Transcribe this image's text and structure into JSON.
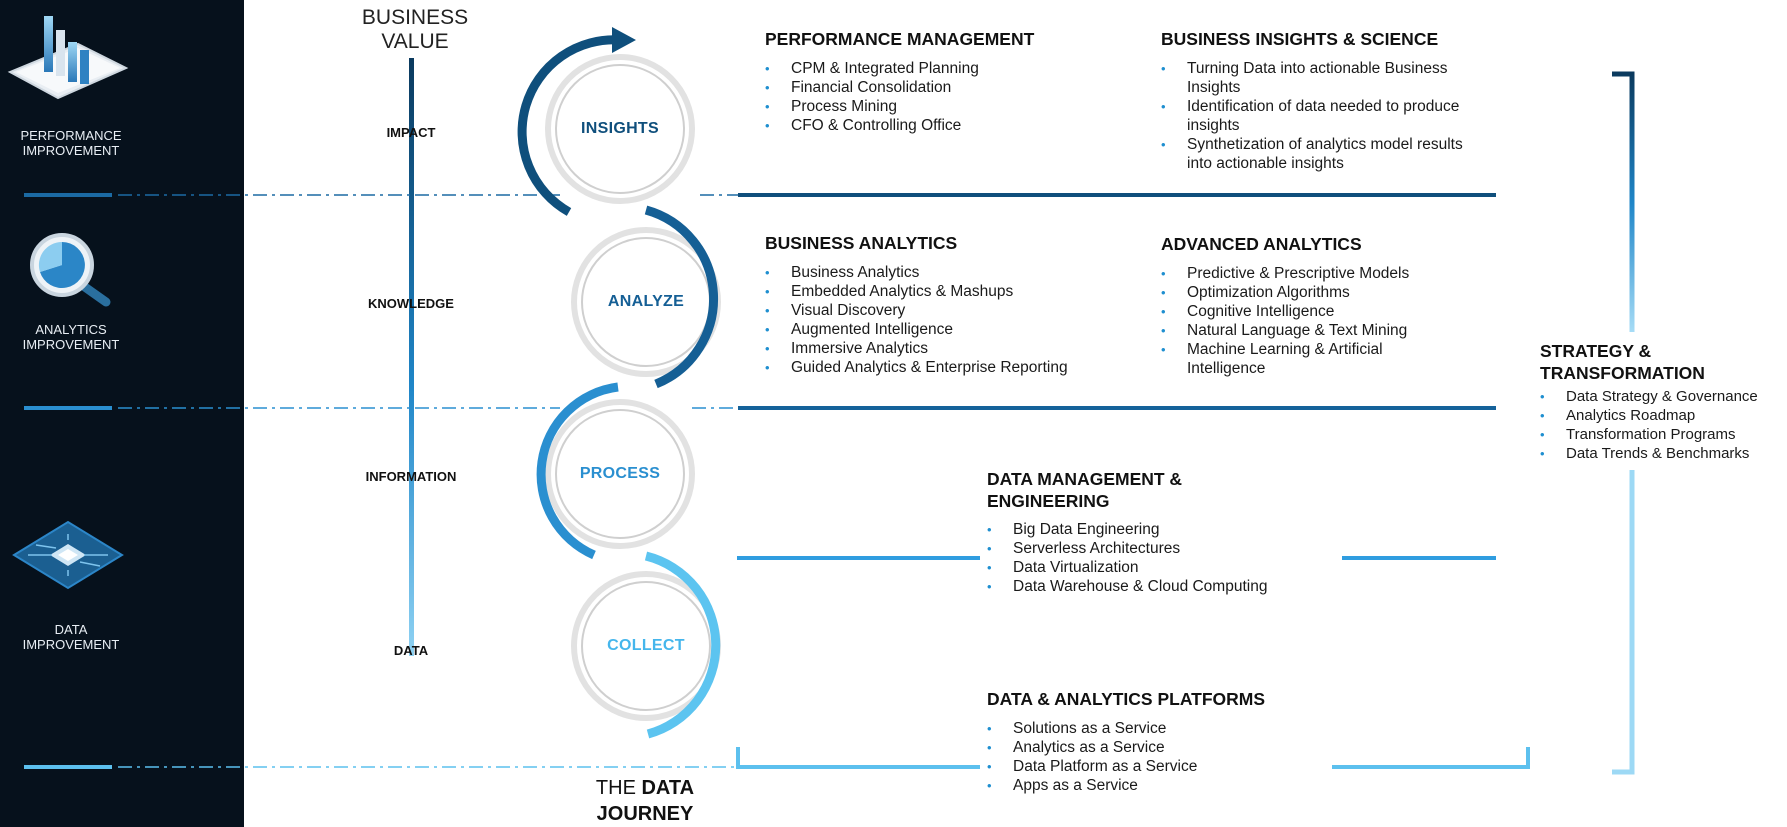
{
  "left_panel": {
    "items": [
      {
        "line1": "PERFORMANCE",
        "line2": "IMPROVEMENT",
        "icon": "bar-chart-tablet-icon"
      },
      {
        "line1": "ANALYTICS",
        "line2": "IMPROVEMENT",
        "icon": "magnifier-pie-icon"
      },
      {
        "line1": "DATA",
        "line2": "IMPROVEMENT",
        "icon": "chip-board-icon"
      }
    ]
  },
  "axis": {
    "title_line1": "BUSINESS",
    "title_line2": "VALUE",
    "levels": [
      "IMPACT",
      "KNOWLEDGE",
      "INFORMATION",
      "DATA"
    ]
  },
  "stages": [
    "INSIGHTS",
    "ANALYZE",
    "PROCESS",
    "COLLECT"
  ],
  "journey": {
    "prefix": "THE ",
    "bold1": "DATA",
    "bold2": "JOURNEY"
  },
  "sections": {
    "performance_management": {
      "title": "PERFORMANCE MANAGEMENT",
      "items": [
        "CPM & Integrated Planning",
        "Financial Consolidation",
        "Process Mining",
        "CFO & Controlling Office"
      ]
    },
    "business_insights": {
      "title": "BUSINESS INSIGHTS & SCIENCE",
      "items": [
        "Turning Data into actionable Business Insights",
        "Identification of data needed to produce insights",
        "Synthetization of analytics model results into actionable insights"
      ]
    },
    "business_analytics": {
      "title": "BUSINESS ANALYTICS",
      "items": [
        "Business Analytics",
        "Embedded Analytics & Mashups",
        "Visual Discovery",
        "Augmented Intelligence",
        "Immersive Analytics",
        "Guided Analytics & Enterprise Reporting"
      ]
    },
    "advanced_analytics": {
      "title": "ADVANCED ANALYTICS",
      "items": [
        "Predictive & Prescriptive Models",
        "Optimization Algorithms",
        "Cognitive Intelligence",
        "Natural Language & Text Mining",
        "Machine Learning & Artificial Intelligence"
      ]
    },
    "data_management": {
      "title_line1": "DATA MANAGEMENT &",
      "title_line2": "ENGINEERING",
      "items": [
        "Big Data Engineering",
        "Serverless Architectures",
        "Data Virtualization",
        "Data Warehouse & Cloud Computing"
      ]
    },
    "data_platforms": {
      "title": "DATA & ANALYTICS PLATFORMS",
      "items": [
        "Solutions as a Service",
        "Analytics as a Service",
        "Data Platform as a Service",
        "Apps as a Service"
      ]
    },
    "strategy": {
      "title_line1": "STRATEGY &",
      "title_line2": "TRANSFORMATION",
      "items": [
        "Data Strategy & Governance",
        "Analytics Roadmap",
        "Transformation Programs",
        "Data Trends & Benchmarks"
      ]
    }
  },
  "colors": {
    "dark_navy": "#06111c",
    "deep_blue": "#0f4f7c",
    "mid_blue": "#1f7fc2",
    "light_blue": "#44b3ea",
    "pale_blue": "#8fd2f3",
    "gray_ring": "#dcdcdc"
  }
}
